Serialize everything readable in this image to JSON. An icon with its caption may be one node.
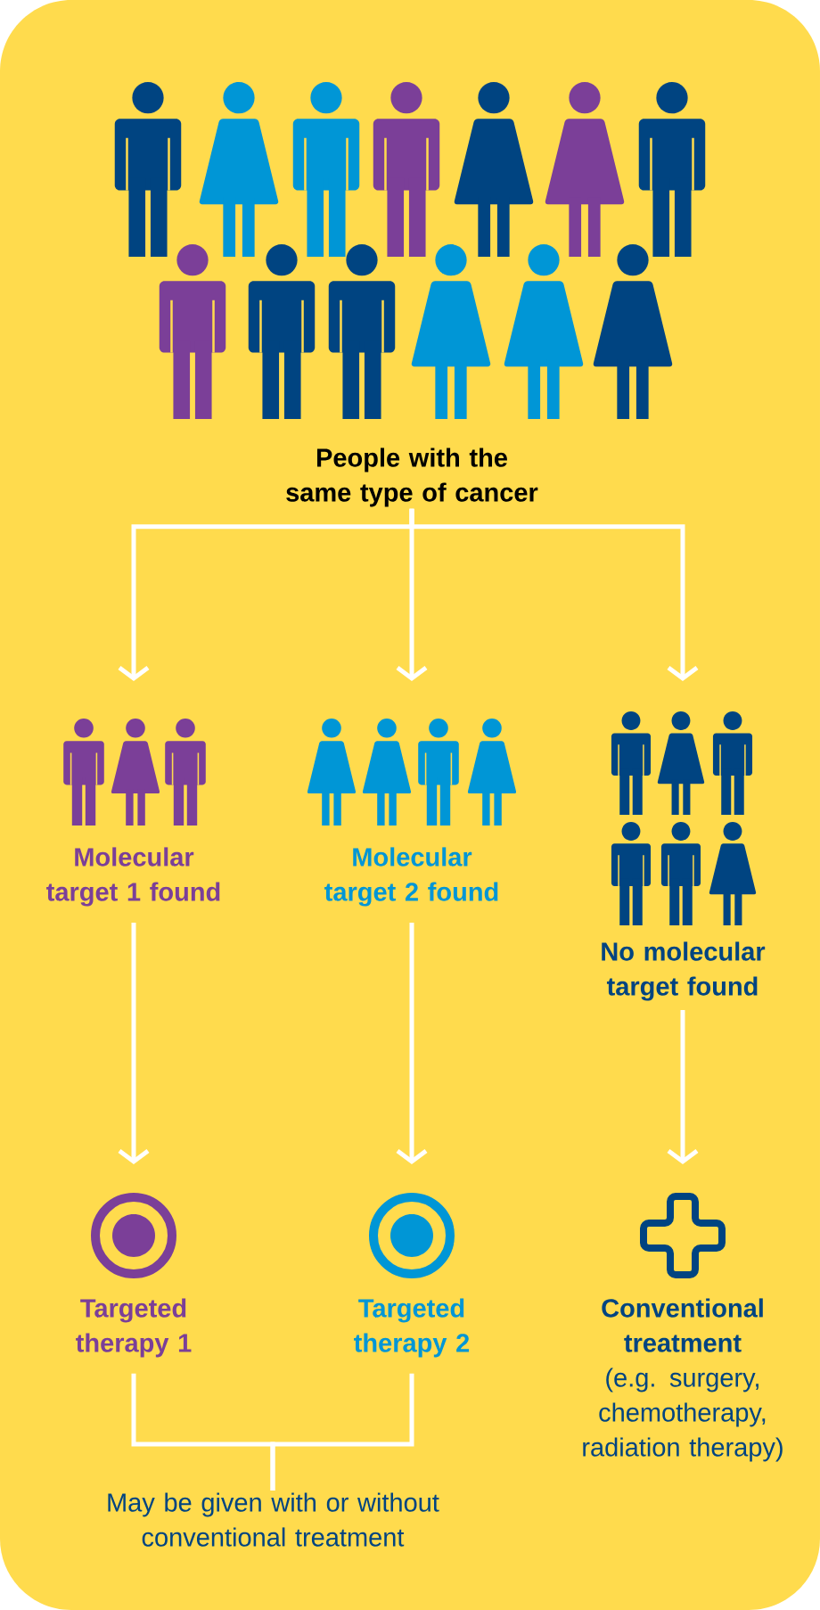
{
  "diagram": {
    "nodes": [
      {
        "text": [
          "People with the same type of cancer"
        ]
      },
      {
        "text": [
          "Molecular target 1 found"
        ]
      },
      {
        "text": [
          "Molecular target 2 found"
        ]
      },
      {
        "text": [
          "No molecular target found"
        ]
      },
      {
        "text": [
          "Targeted therapy 1"
        ]
      },
      {
        "text": [
          "Targeted therapy 2"
        ]
      },
      {
        "text": [
          "Conventional treatment",
          "(e.g. surgery, chemotherapy, radiation therapy)"
        ]
      },
      {
        "text": [
          "May be given with or without conventional treatment"
        ]
      }
    ],
    "edges": [
      {
        "from": 0,
        "to": 1,
        "arrow": "to"
      },
      {
        "from": 0,
        "to": 2,
        "arrow": "to"
      },
      {
        "from": 0,
        "to": 3,
        "arrow": "to"
      },
      {
        "from": 1,
        "to": 4,
        "arrow": "to"
      },
      {
        "from": 2,
        "to": 5,
        "arrow": "to"
      },
      {
        "from": 3,
        "to": 6,
        "arrow": "to"
      },
      {
        "from": 4,
        "to": 7,
        "arrow": "none"
      },
      {
        "from": 5,
        "to": 7,
        "arrow": "none"
      }
    ]
  }
}
